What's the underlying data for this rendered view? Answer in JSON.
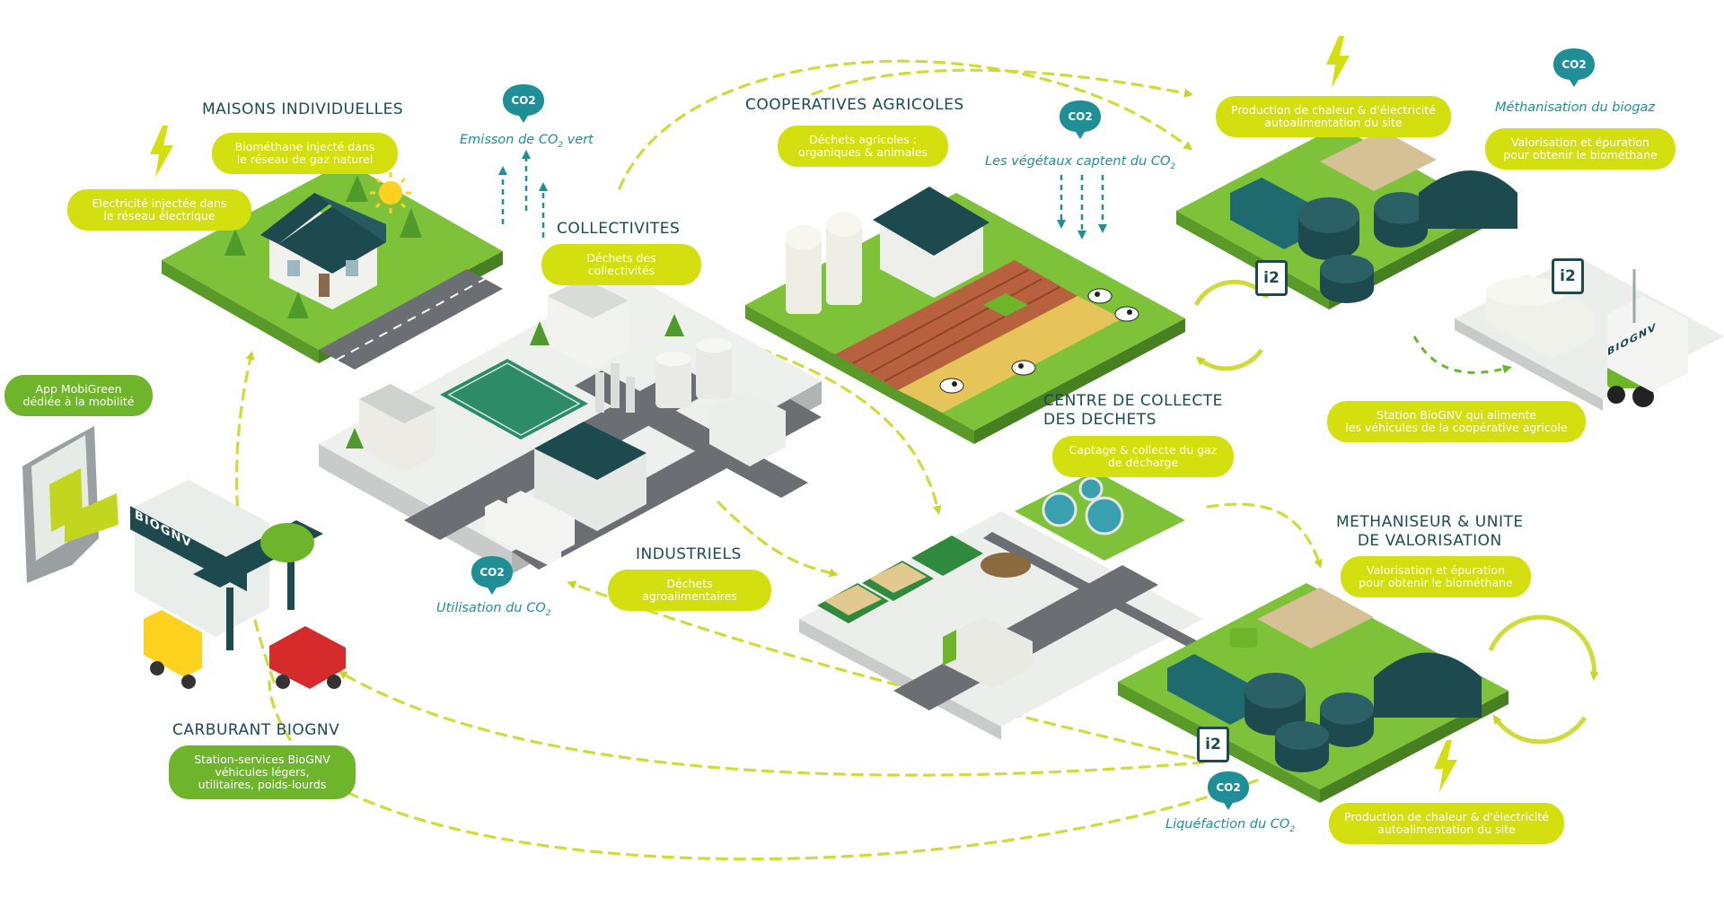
{
  "colors": {
    "accent_lime": "#d3df0f",
    "accent_green": "#6fb52c",
    "teal": "#1f8e96",
    "dark_teal": "#1a4a52"
  },
  "icons": [
    "lightning-bolt-icon",
    "co2-cloud-icon",
    "sun-icon",
    "recycle-arrows-icon",
    "i2-logo-icon"
  ],
  "sections": {
    "maisons": {
      "title": "MAISONS INDIVIDUELLES",
      "p1": "Biométhane injecté dans\nle réseau de gaz naturel",
      "p2": "Electricité injectée dans\nle réseau électrique"
    },
    "collectivites": {
      "title": "COLLECTIVITES",
      "p1": "Déchets des collectivités"
    },
    "cooperatives": {
      "title": "COOPERATIVES AGRICOLES",
      "p1": "Déchets agricoles :\norganiques & animales"
    },
    "industriels": {
      "title": "INDUSTRIELS",
      "p1": "Déchets agroalimentaires"
    },
    "centre": {
      "title": "CENTRE DE COLLECTE\nDES DECHETS",
      "p1": "Captage & collecte du gaz\nde décharge"
    },
    "methaniseur": {
      "title": "METHANISEUR & UNITE\nDE VALORISATION",
      "p1": "Valorisation et épuration\npour obtenir le biométhane",
      "p2": "Production de chaleur & d'électricité\nautoalimentation du site"
    },
    "top_right": {
      "p1": "Production de chaleur & d'électricité\nautoalimentation du site",
      "co2": "Méthanisation du biogaz",
      "p2": "Valorisation et épuration\npour obtenir le biométhane",
      "p3": "Station BioGNV qui alimente\nles véhicules de la coopérative agricole"
    },
    "carburant": {
      "title": "CARBURANT BIOGNV",
      "p1": "Station-services BioGNV\nvéhicules légers,\nutilitaires, poids-lourds"
    },
    "app": {
      "p1": "App MobiGreen\ndédiée à la mobilité"
    }
  },
  "co2": {
    "badge": "CO2",
    "emission_prefix": "Emisson de CO",
    "emission_suffix": " vert",
    "vegetaux_prefix": "Les végétaux captent du CO",
    "utilisation_prefix": "Utilisation du CO",
    "liquefaction_prefix": "Liquéfaction du CO",
    "sub": "2"
  },
  "signage": {
    "station": "BIOGNV",
    "truck": "BIOGNV"
  }
}
